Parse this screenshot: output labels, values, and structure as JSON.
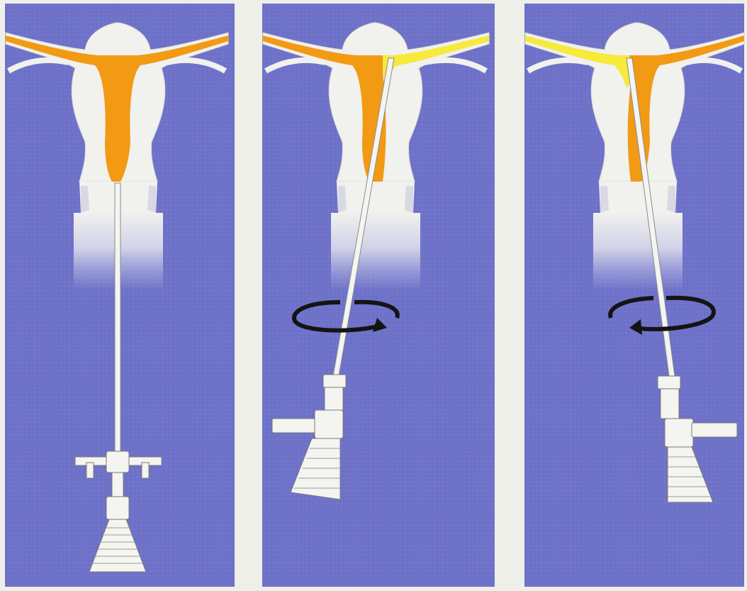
{
  "figure": {
    "panel_count": 3,
    "colors": {
      "background": "#efefe9",
      "panel_blue": "#6e72c8",
      "uterus_white": "#f1f1ee",
      "cavity_orange": "#f29a14",
      "cavity_yellow": "#f6ea3a",
      "scope_outline": "#7a7a7a",
      "rotation_arrow": "#141414"
    },
    "panels": [
      {
        "id": "panel-1",
        "cavity": "full-orange",
        "scope": "straight",
        "rotation": "none"
      },
      {
        "id": "panel-2",
        "cavity": "right-horn-yellow",
        "scope": "tilted-to-right-horn",
        "rotation": "clockwise"
      },
      {
        "id": "panel-3",
        "cavity": "left-horn-yellow",
        "scope": "tilted-to-left-horn",
        "rotation": "counter-clockwise"
      }
    ]
  }
}
